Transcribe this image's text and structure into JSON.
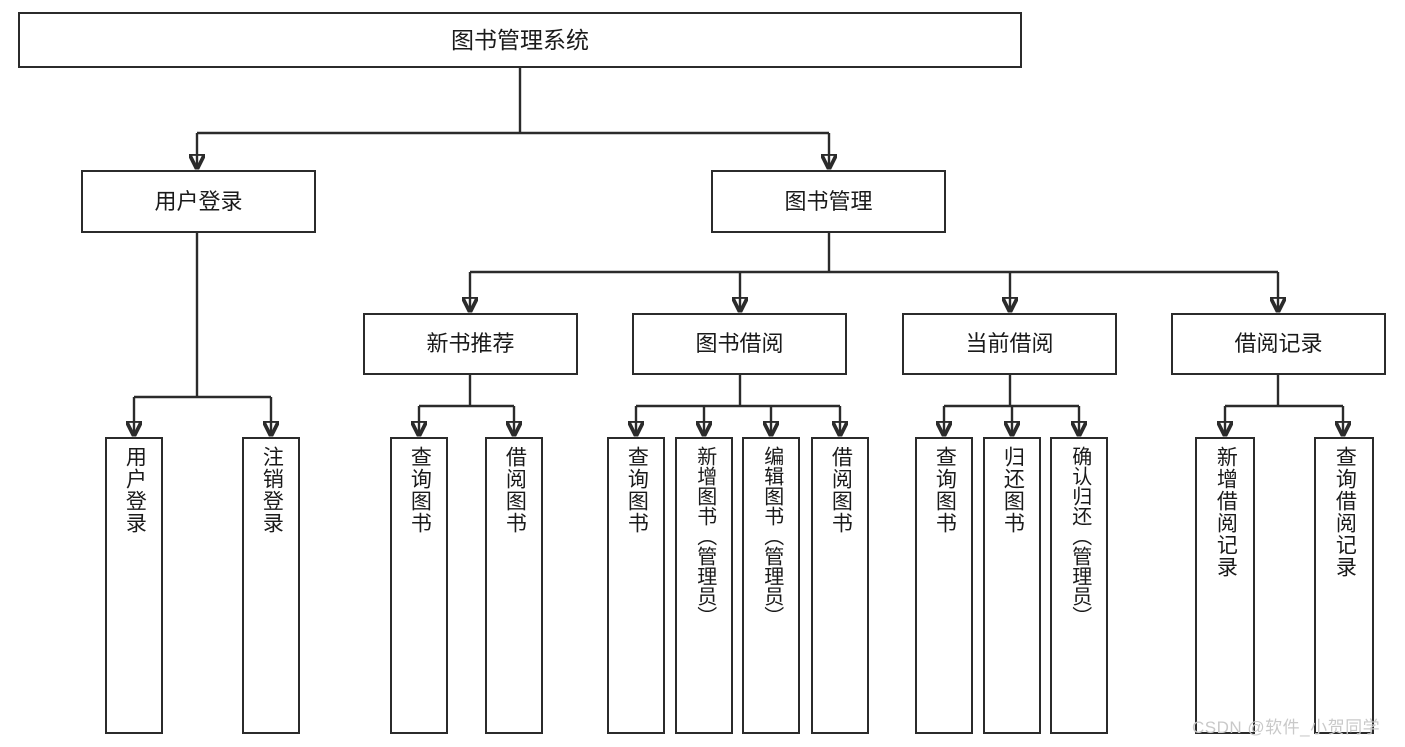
{
  "diagram": {
    "type": "tree-hierarchy",
    "title": "图书管理系统",
    "root": {
      "id": "root",
      "label": "图书管理系统"
    },
    "level1": [
      {
        "id": "user-login",
        "label": "用户登录"
      },
      {
        "id": "book-manage",
        "label": "图书管理"
      }
    ],
    "level2": [
      {
        "id": "new-book-recommend",
        "label": "新书推荐",
        "parent": "book-manage"
      },
      {
        "id": "book-borrow",
        "label": "图书借阅",
        "parent": "book-manage"
      },
      {
        "id": "current-borrow",
        "label": "当前借阅",
        "parent": "book-manage"
      },
      {
        "id": "borrow-record",
        "label": "借阅记录",
        "parent": "book-manage"
      }
    ],
    "leaves": {
      "user-login": [
        {
          "id": "leaf-user-login",
          "label": "用户登录"
        },
        {
          "id": "leaf-logout",
          "label": "注销登录"
        }
      ],
      "new-book-recommend": [
        {
          "id": "leaf-query-book-1",
          "label": "查询图书"
        },
        {
          "id": "leaf-borrow-book-1",
          "label": "借阅图书"
        }
      ],
      "book-borrow": [
        {
          "id": "leaf-query-book-2",
          "label": "查询图书"
        },
        {
          "id": "leaf-add-book-admin",
          "label": "新增图书（管理员）"
        },
        {
          "id": "leaf-edit-book-admin",
          "label": "编辑图书（管理员）"
        },
        {
          "id": "leaf-borrow-book-2",
          "label": "借阅图书"
        }
      ],
      "current-borrow": [
        {
          "id": "leaf-query-book-3",
          "label": "查询图书"
        },
        {
          "id": "leaf-return-book",
          "label": "归还图书"
        },
        {
          "id": "leaf-confirm-return-admin",
          "label": "确认归还（管理员）"
        }
      ],
      "borrow-record": [
        {
          "id": "leaf-add-borrow-record",
          "label": "新增借阅记录"
        },
        {
          "id": "leaf-query-borrow-record",
          "label": "查询借阅记录"
        }
      ]
    }
  },
  "watermark": {
    "text": "CSDN @软件_小贺同学"
  },
  "colors": {
    "box_border": "#2b2b2b",
    "box_fill": "#ffffff",
    "connector": "#2b2b2b",
    "text": "#1a1a1a",
    "watermark": "#c9c9c9",
    "background": "#ffffff"
  }
}
